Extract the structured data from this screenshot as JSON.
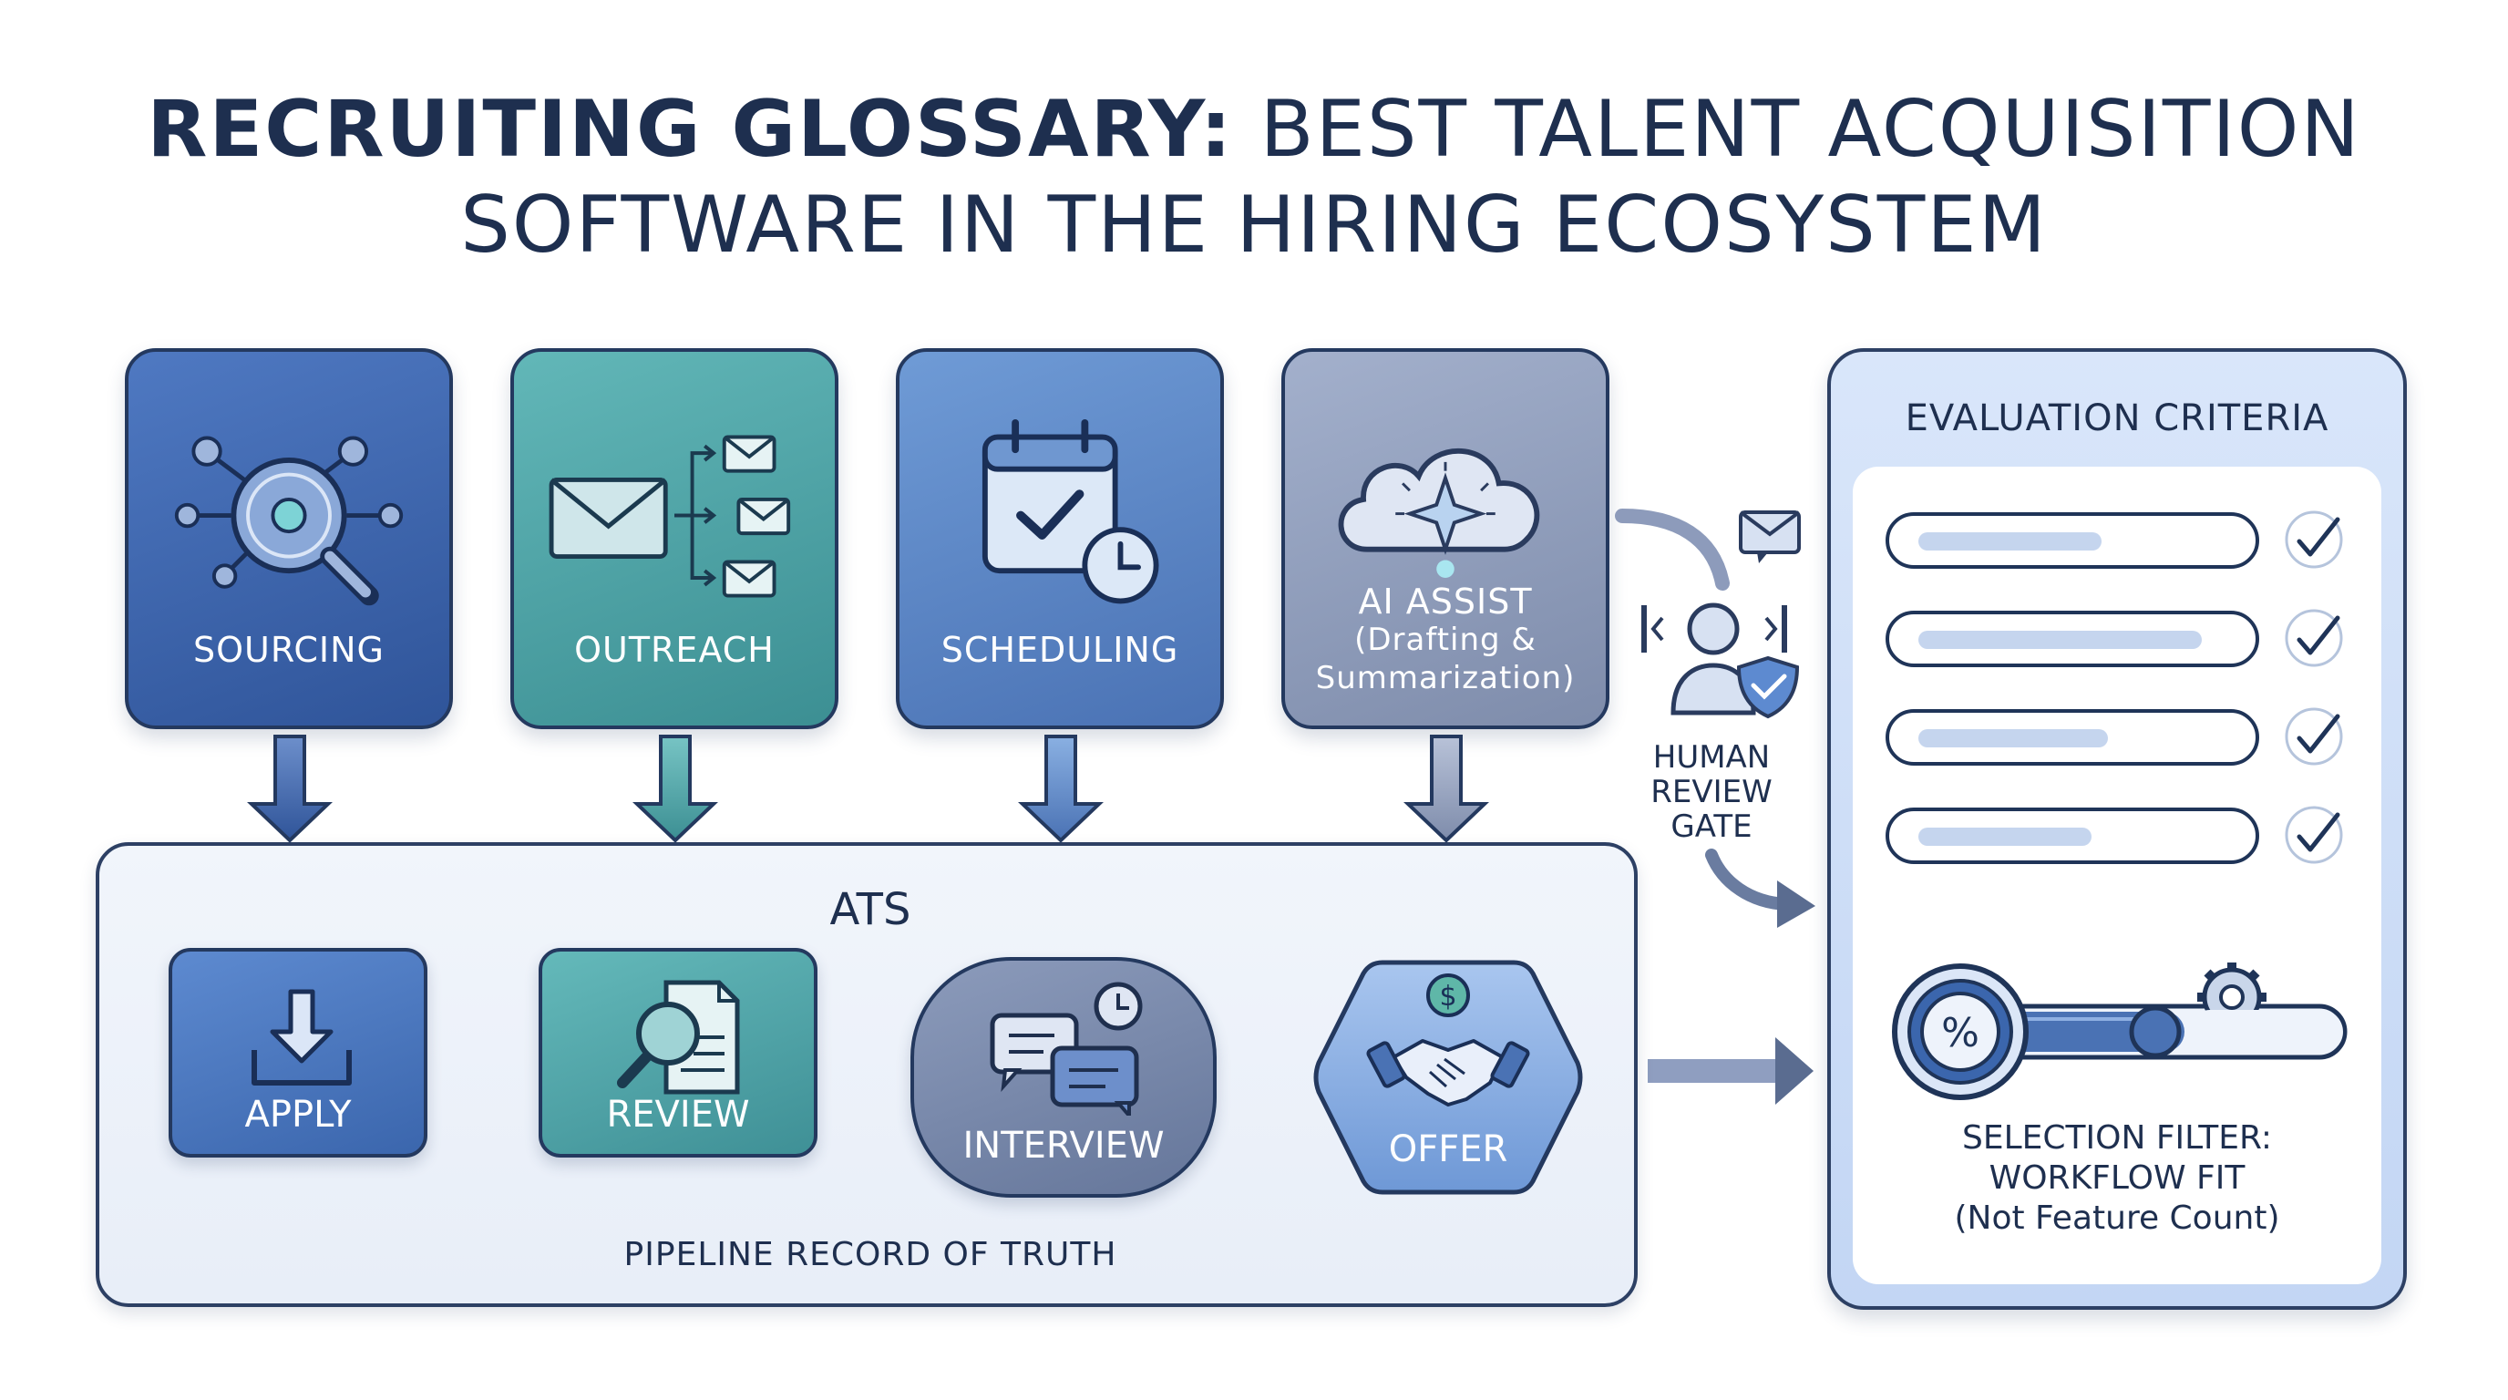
{
  "title": {
    "line1_bold": "RECRUITING GLOSSARY:",
    "line1_rest": " BEST TALENT ACQUISITION",
    "line2": "SOFTWARE IN THE HIRING ECOSYSTEM"
  },
  "tools": {
    "sourcing": "SOURCING",
    "outreach": "OUTREACH",
    "scheduling": "SCHEDULING",
    "ai_assist_line1": "AI ASSIST",
    "ai_assist_line2": "(Drafting &",
    "ai_assist_line3": "Summarization)"
  },
  "ats": {
    "title": "ATS",
    "stages": [
      "APPLY",
      "REVIEW",
      "INTERVIEW",
      "OFFER"
    ],
    "footer": "PIPELINE RECORD OF TRUTH"
  },
  "human_review": {
    "line1": "HUMAN",
    "line2": "REVIEW",
    "line3": "GATE"
  },
  "evaluation": {
    "title": "EVALUATION CRITERIA",
    "criteria_fill": [
      0.58,
      0.9,
      0.6,
      0.55
    ],
    "footer_line1": "SELECTION FILTER:",
    "footer_line2": "WORKFLOW FIT",
    "footer_line3": "(Not Feature Count)"
  },
  "colors": {
    "navy": "#1e2f4f",
    "blue": "#3b66ad",
    "teal": "#3f9096",
    "slate": "#7e8cab",
    "light_panel": "#d9e6fa"
  }
}
